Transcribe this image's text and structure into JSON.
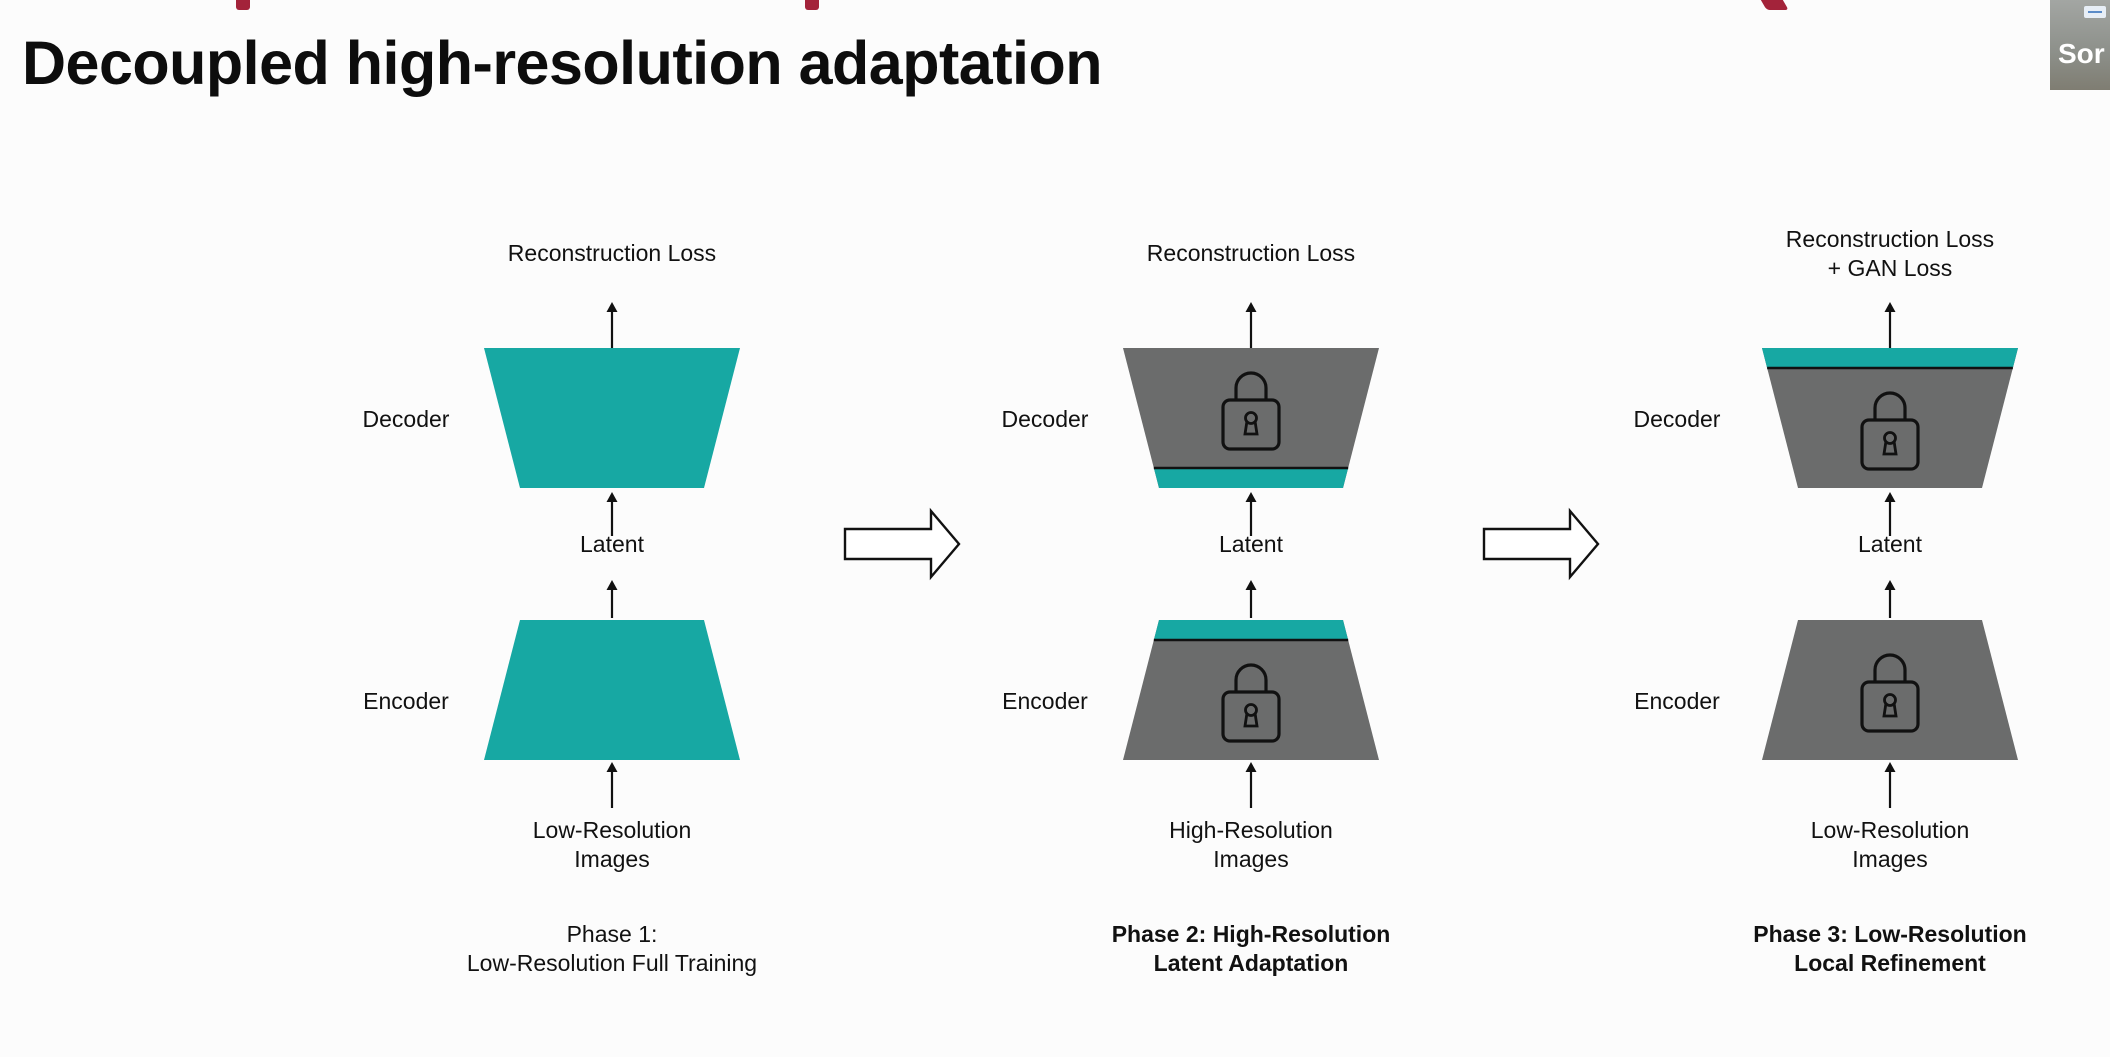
{
  "title": "Decoupled high-resolution adaptation",
  "participant": {
    "name": "Sor"
  },
  "colors": {
    "trainable": "#17a8a3",
    "frozen": "#6b6c6c",
    "accent_red": "#a3233a",
    "text": "#111111"
  },
  "icons": {
    "frozen_marker": "lock-icon",
    "phase_transition": "hollow-right-arrow-icon"
  },
  "phases": [
    {
      "id": "phase-1",
      "loss_lines": [
        "Reconstruction Loss"
      ],
      "decoder_label": "Decoder",
      "latent_label": "Latent",
      "encoder_label": "Encoder",
      "input_lines": [
        "Low-Resolution",
        "Images"
      ],
      "caption_lines": [
        "Phase 1:",
        "Low-Resolution Full Training"
      ],
      "caption_bold": false,
      "decoder": {
        "frozen": false,
        "trainable_band": "none"
      },
      "encoder": {
        "frozen": false,
        "trainable_band": "none"
      }
    },
    {
      "id": "phase-2",
      "loss_lines": [
        "Reconstruction Loss"
      ],
      "decoder_label": "Decoder",
      "latent_label": "Latent",
      "encoder_label": "Encoder",
      "input_lines": [
        "High-Resolution",
        "Images"
      ],
      "caption_lines": [
        "Phase 2: High-Resolution",
        "Latent Adaptation"
      ],
      "caption_bold": true,
      "decoder": {
        "frozen": true,
        "trainable_band": "bottom"
      },
      "encoder": {
        "frozen": true,
        "trainable_band": "top"
      }
    },
    {
      "id": "phase-3",
      "loss_lines": [
        "Reconstruction Loss",
        "+ GAN Loss"
      ],
      "decoder_label": "Decoder",
      "latent_label": "Latent",
      "encoder_label": "Encoder",
      "input_lines": [
        "Low-Resolution",
        "Images"
      ],
      "caption_lines": [
        "Phase 3: Low-Resolution",
        "Local Refinement"
      ],
      "caption_bold": true,
      "decoder": {
        "frozen": true,
        "trainable_band": "top"
      },
      "encoder": {
        "frozen": true,
        "trainable_band": "none"
      }
    }
  ]
}
